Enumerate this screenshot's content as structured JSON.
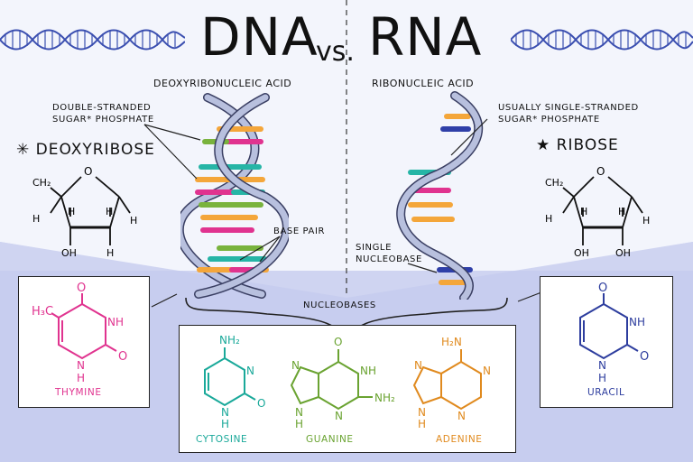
{
  "header": {
    "title_left": "DNA",
    "title_vs": "vs.",
    "title_right": "RNA"
  },
  "dna": {
    "subtitle": "Deoxyribonucleic Acid",
    "backbone_label_1": "Double-stranded",
    "backbone_label_2": "sugar* phosphate",
    "sugar_label": "Deoxyribose",
    "base_pair_label": "Base pair",
    "sugar_atoms": {
      "ring_o": "O",
      "ch2": "CH₂",
      "h1": "H",
      "h2": "H",
      "h3": "H",
      "h4": "H",
      "oh1": "OH",
      "h5": "H"
    }
  },
  "rna": {
    "subtitle": "Ribonucleic Acid",
    "backbone_label_1": "Usually single-stranded",
    "backbone_label_2": "sugar* phosphate",
    "sugar_label": "Ribose",
    "single_base_label_1": "Single",
    "single_base_label_2": "nucleobase",
    "sugar_atoms": {
      "ring_o": "O",
      "ch2": "CH₂",
      "h1": "H",
      "h2": "H",
      "h3": "H",
      "h4": "H",
      "oh1": "OH",
      "oh2": "OH"
    }
  },
  "nucleobases": {
    "label": "Nucleobases",
    "thymine": {
      "name": "Thymine",
      "color": "#e0338f",
      "atoms": {
        "ch3": "H₃C",
        "o1": "O",
        "nh": "NH",
        "n": "N",
        "h": "H",
        "o2": "O"
      }
    },
    "cytosine": {
      "name": "Cytosine",
      "color": "#1aa99a",
      "atoms": {
        "nh2": "NH₂",
        "n": "N",
        "nh": "N",
        "h": "H",
        "o": "O"
      }
    },
    "guanine": {
      "name": "Guanine",
      "color": "#6aa331",
      "atoms": {
        "o": "O",
        "nh": "NH",
        "n1": "N",
        "n2": "N",
        "n3": "N",
        "h": "H",
        "nh2": "NH₂"
      }
    },
    "adenine": {
      "name": "Adenine",
      "color": "#e08a1e",
      "atoms": {
        "h2n": "H₂N",
        "n1": "N",
        "n2": "N",
        "n3": "N",
        "n4": "N",
        "h": "H"
      }
    },
    "uracil": {
      "name": "Uracil",
      "color": "#2d3d9e",
      "atoms": {
        "o1": "O",
        "nh": "NH",
        "n": "N",
        "h": "H",
        "o2": "O"
      }
    }
  },
  "colors": {
    "helix_strand": "#b8c0de",
    "helix_stroke": "#3a3f63",
    "band": "#bcc3e8",
    "band_light": "#d6dbf3",
    "pink": "#e0338f",
    "orange": "#f4a63a",
    "green": "#79b33d",
    "teal": "#26b5a6",
    "blue": "#2f3fa8"
  }
}
